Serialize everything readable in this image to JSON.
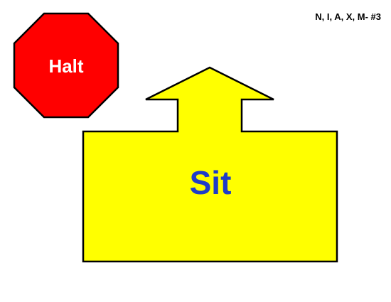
{
  "header": {
    "label": "N, I, A, X, M- #3"
  },
  "halt_sign": {
    "text": "Halt",
    "fill_color": "#ff0000",
    "text_color": "#ffffff",
    "outline_color": "#000000"
  },
  "sit_sign": {
    "text": "Sit",
    "fill_color": "#ffff00",
    "text_color": "#1f3cc8",
    "outline_color": "#000000",
    "direction": "up"
  }
}
